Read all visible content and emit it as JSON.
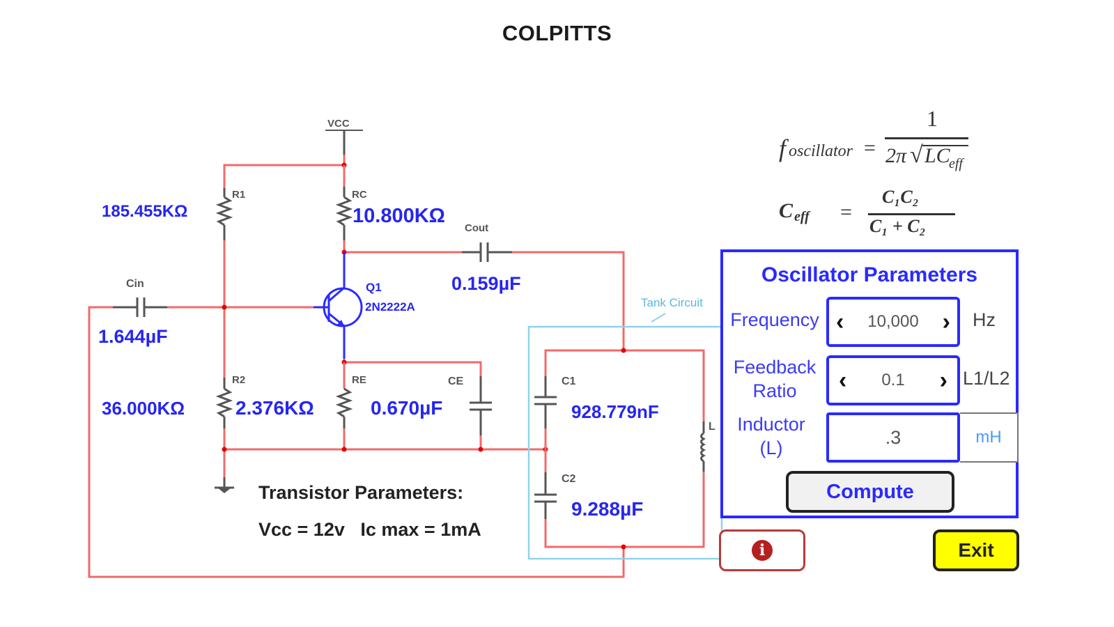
{
  "app": {
    "title": "COLPITTS"
  },
  "schematic": {
    "vcc_label": "VCC",
    "components": {
      "R1": {
        "ref": "R1",
        "value": "185.455KΩ"
      },
      "RC": {
        "ref": "RC",
        "value": "10.800KΩ"
      },
      "Cout": {
        "ref": "Cout",
        "value": "0.159µF"
      },
      "Cin": {
        "ref": "Cin",
        "value": "1.644µF"
      },
      "Q1": {
        "ref": "Q1",
        "part": "2N2222A"
      },
      "R2": {
        "ref": "R2",
        "value": "36.000KΩ"
      },
      "RE": {
        "ref": "RE",
        "value": "2.376KΩ"
      },
      "CE": {
        "ref": "CE",
        "value": "0.670µF"
      },
      "C1": {
        "ref": "C1",
        "value": "928.779nF"
      },
      "C2": {
        "ref": "C2",
        "value": "9.288µF"
      },
      "L": {
        "ref": "L"
      }
    },
    "tank_label": "Tank Circuit",
    "transistor_params": {
      "heading": "Transistor Parameters:",
      "line": "Vcc = 12v   Ic max = 1mA"
    },
    "colors": {
      "wire": "#f26a6a",
      "transistor": "#2b2bff",
      "value_text": "#2626f0",
      "tank_box": "#8fd3ea"
    }
  },
  "formulas": {
    "f_lhs": "f",
    "f_sub": "oscillator",
    "f_num": "1",
    "f_den_prefix": "2π",
    "f_den_rad": "LC",
    "f_den_sub": "eff",
    "c_lhs": "C",
    "c_lhs_sub": "eff",
    "c_num": "C₁C₂",
    "c_den": "C₁ + C₂",
    "equals": "="
  },
  "panel": {
    "title": "Oscillator Parameters",
    "frequency": {
      "label": "Frequency",
      "value": "10,000",
      "unit": "Hz"
    },
    "feedback": {
      "label_line1": "Feedback",
      "label_line2": "Ratio",
      "value": "0.1",
      "unit": "L1/L2"
    },
    "inductor": {
      "label_line1": "Inductor",
      "label_line2": "(L)",
      "value": ".3",
      "unit": "mH"
    },
    "compute_label": "Compute",
    "prev_glyph": "‹",
    "next_glyph": "›"
  },
  "footer": {
    "info_icon_glyph": "i",
    "exit_label": "Exit"
  }
}
